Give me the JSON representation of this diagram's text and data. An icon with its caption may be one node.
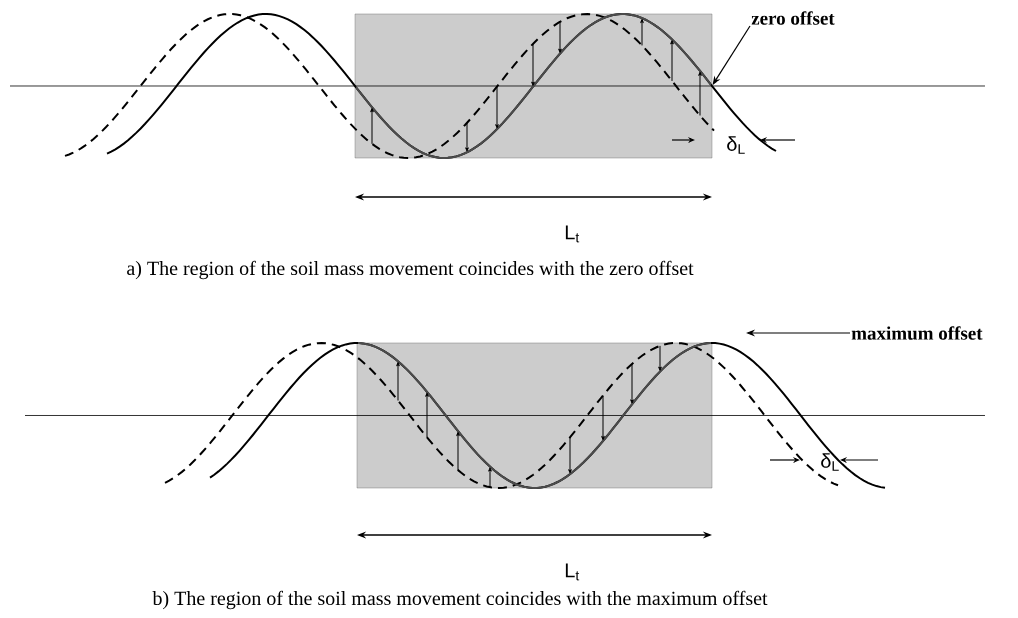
{
  "diagram": {
    "nodes": [
      {
        "text": [
          "zero offset"
        ]
      },
      {
        "text": [
          "maximum offset"
        ]
      }
    ],
    "edges": [
      {
        "from": 0,
        "to": null,
        "arrow": "to"
      },
      {
        "from": 1,
        "to": null,
        "arrow": "to"
      }
    ],
    "labels": [
      "δ$_{L}$",
      "L$_{t}$",
      "a) The region of the soil mass movement coincides with the zero offset",
      "δ$_{L}$",
      "L$_{t}$",
      "b) The region of the soil mass movement coincides with the maximum offset"
    ]
  }
}
